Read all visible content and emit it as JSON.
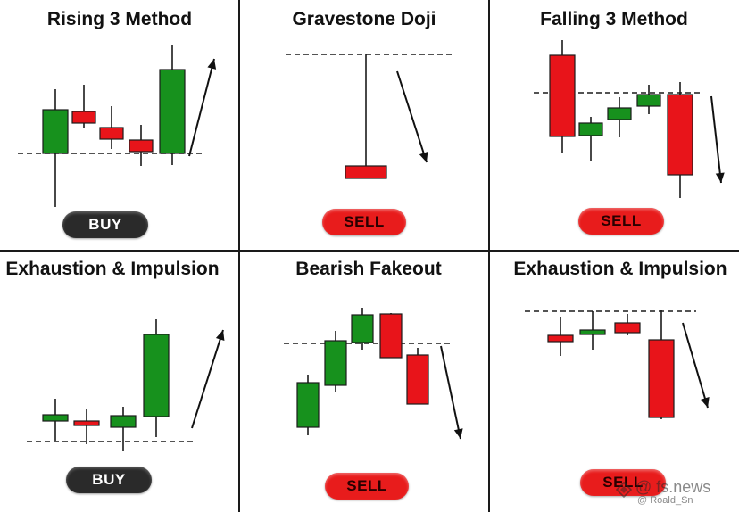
{
  "panels": [
    {
      "title": "Rising 3 Method",
      "signal": "BUY",
      "trend": "up",
      "candles": [
        {
          "open": 172,
          "close": 123,
          "high": 100,
          "low": 232
        },
        {
          "open": 125,
          "close": 138,
          "high": 95,
          "low": 143
        },
        {
          "open": 143,
          "close": 156,
          "high": 119,
          "low": 167
        },
        {
          "open": 157,
          "close": 170,
          "high": 140,
          "low": 186
        },
        {
          "open": 172,
          "close": 78,
          "high": 50,
          "low": 185
        }
      ]
    },
    {
      "title": "Gravestone Doji",
      "signal": "SELL",
      "trend": "down",
      "candles": [
        {
          "open": 186,
          "close": 200,
          "high": 61,
          "low": 200
        }
      ]
    },
    {
      "title": "Falling 3 Method",
      "signal": "SELL",
      "trend": "down",
      "candles": [
        {
          "open": 62,
          "close": 153,
          "high": 45,
          "low": 172
        },
        {
          "open": 152,
          "close": 138,
          "high": 131,
          "low": 180
        },
        {
          "open": 134,
          "close": 121,
          "high": 109,
          "low": 154
        },
        {
          "open": 119,
          "close": 106,
          "high": 95,
          "low": 128
        },
        {
          "open": 106,
          "close": 196,
          "high": 92,
          "low": 222
        }
      ]
    },
    {
      "title": "Exhaustion & Impulsion",
      "signal": "BUY",
      "trend": "up",
      "candles": [
        {
          "open": 472,
          "close": 465,
          "high": 447,
          "low": 494
        },
        {
          "open": 472,
          "close": 477,
          "high": 459,
          "low": 498
        },
        {
          "open": 479,
          "close": 466,
          "high": 456,
          "low": 506
        },
        {
          "open": 467,
          "close": 375,
          "high": 358,
          "low": 490
        }
      ]
    },
    {
      "title": "Bearish Fakeout",
      "signal": "SELL",
      "trend": "down",
      "candles": [
        {
          "open": 479,
          "close": 429,
          "high": 420,
          "low": 488
        },
        {
          "open": 432,
          "close": 382,
          "high": 371,
          "low": 440
        },
        {
          "open": 384,
          "close": 353,
          "high": 345,
          "low": 392
        },
        {
          "open": 352,
          "close": 401,
          "high": 351,
          "low": 401
        },
        {
          "open": 398,
          "close": 453,
          "high": 390,
          "low": 453
        }
      ]
    },
    {
      "title": "Exhaustion & Impulsion",
      "signal": "SELL",
      "trend": "down",
      "candles": [
        {
          "open": 376,
          "close": 383,
          "high": 355,
          "low": 399
        },
        {
          "open": 375,
          "close": 370,
          "high": 349,
          "low": 392
        },
        {
          "open": 362,
          "close": 373,
          "high": 352,
          "low": 376
        },
        {
          "open": 381,
          "close": 468,
          "high": 348,
          "low": 470
        }
      ]
    }
  ],
  "colors": {
    "bull": "#17911d",
    "bear": "#e8141a",
    "wick": "#1a1a1a",
    "grid": "#1a1a1a"
  },
  "watermark": {
    "site": "@ fs.news",
    "handle": "@ Roald_Sn"
  }
}
